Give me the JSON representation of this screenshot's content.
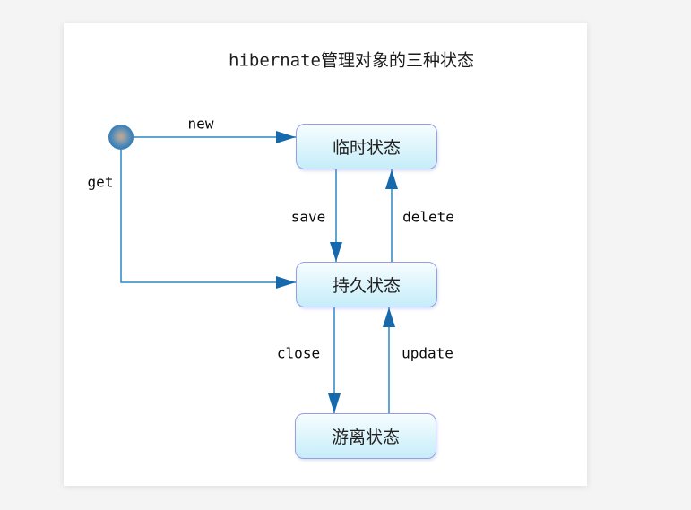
{
  "window": {
    "page_background": "#f4f4f5",
    "card_background": "#ffffff"
  },
  "diagram": {
    "title": "hibernate管理对象的三种状态",
    "initial_state": {
      "name": "start-dot"
    },
    "states": [
      {
        "label": "临时状态"
      },
      {
        "label": "持久状态"
      },
      {
        "label": "游离状态"
      }
    ],
    "transitions": [
      {
        "label": "new",
        "from": "start",
        "to": "临时状态"
      },
      {
        "label": "get",
        "from": "start",
        "to": "持久状态"
      },
      {
        "label": "save",
        "from": "临时状态",
        "to": "持久状态"
      },
      {
        "label": "delete",
        "from": "持久状态",
        "to": "临时状态"
      },
      {
        "label": "close",
        "from": "持久状态",
        "to": "游离状态"
      },
      {
        "label": "update",
        "from": "游离状态",
        "to": "持久状态"
      }
    ],
    "colors": {
      "arrow": "#2b85c4",
      "arrowhead": "#1569ac",
      "state_border": "#9c9ce0",
      "state_fill_top": "#f7fdff",
      "state_fill_bottom": "#c6edf9"
    }
  }
}
